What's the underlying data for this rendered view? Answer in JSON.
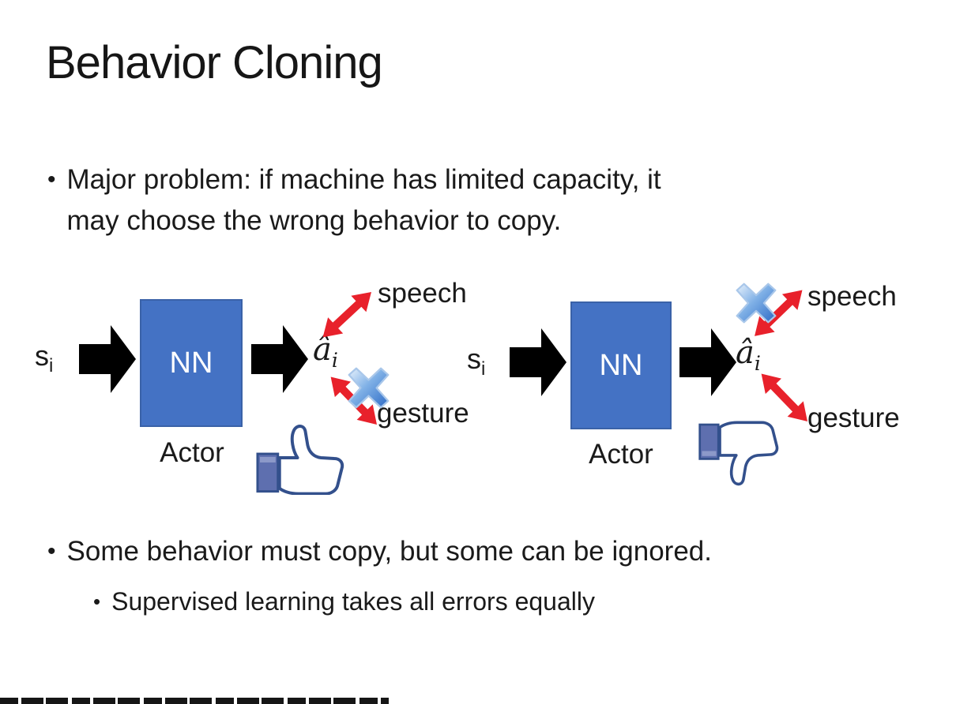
{
  "slide": {
    "title": "Behavior Cloning",
    "bullet_glyph": "•",
    "bullet1": {
      "lines": [
        "Major problem: if machine has limited capacity, it",
        "may choose the wrong behavior to copy."
      ]
    },
    "bullet2": "Some behavior must copy, but some can be ignored.",
    "sub_bullet": "Supervised learning takes all errors equally"
  },
  "diagrams": {
    "left": {
      "input_base": "s",
      "input_sub": "i",
      "nn_label": "NN",
      "output_base": "â",
      "output_sub": "i",
      "speech_label": "speech",
      "gesture_label": "gesture",
      "actor_label": "Actor",
      "rejected_output": "gesture",
      "feedback_icon": "thumbs-up"
    },
    "right": {
      "input_base": "s",
      "input_sub": "i",
      "nn_label": "NN",
      "output_base": "â",
      "output_sub": "i",
      "speech_label": "speech",
      "gesture_label": "gesture",
      "actor_label": "Actor",
      "rejected_output": "speech",
      "feedback_icon": "thumbs-down"
    }
  },
  "colors": {
    "nn_box_fill": "#4472C4",
    "nn_box_border": "#3A62A8",
    "nn_text": "#FFFFFF",
    "arrow_black": "#000000",
    "arrow_red": "#E8212B",
    "cross_blue": "#3D7AD0",
    "thumb_outline": "#33508C",
    "thumb_cuff": "#5E6FAF",
    "body_text": "#1A1A1A"
  }
}
